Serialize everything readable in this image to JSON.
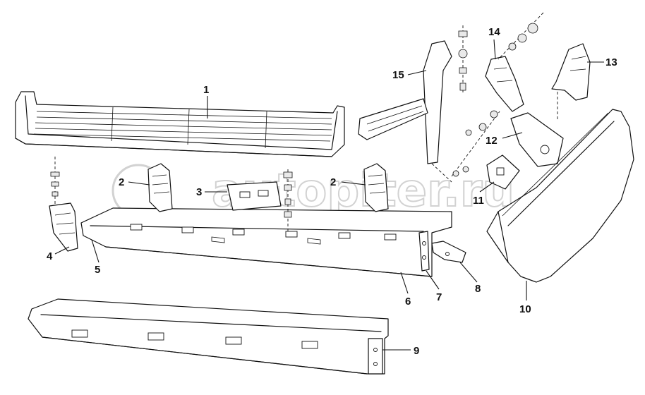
{
  "watermark": "autopiter.ru",
  "callouts": [
    {
      "id": "1",
      "label": "1"
    },
    {
      "id": "2a",
      "label": "2"
    },
    {
      "id": "2b",
      "label": "2"
    },
    {
      "id": "3",
      "label": "3"
    },
    {
      "id": "4",
      "label": "4"
    },
    {
      "id": "5",
      "label": "5"
    },
    {
      "id": "6",
      "label": "6"
    },
    {
      "id": "7",
      "label": "7"
    },
    {
      "id": "8",
      "label": "8"
    },
    {
      "id": "9",
      "label": "9"
    },
    {
      "id": "10",
      "label": "10"
    },
    {
      "id": "11",
      "label": "11"
    },
    {
      "id": "12",
      "label": "12"
    },
    {
      "id": "13",
      "label": "13"
    },
    {
      "id": "14",
      "label": "14"
    },
    {
      "id": "15",
      "label": "15"
    }
  ]
}
